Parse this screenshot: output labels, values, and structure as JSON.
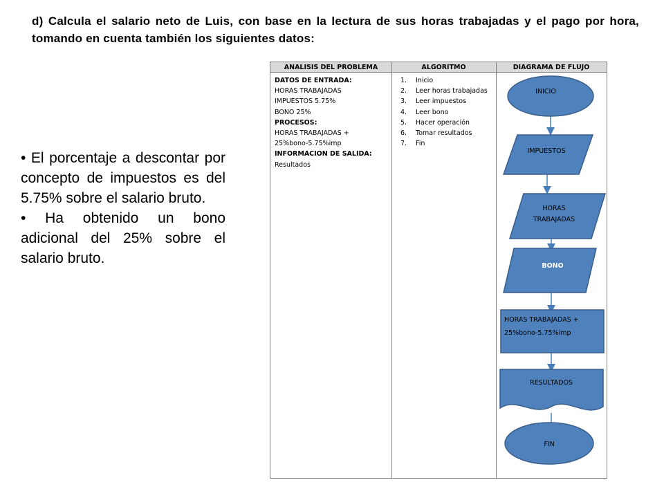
{
  "heading": {
    "line1": "d) Calcula el salario neto de Luis, con base en la lectura de sus horas trabajadas y el",
    "line2": "pago por hora, tomando en cuenta también los siguientes datos:"
  },
  "bullets": [
    "• El porcentaje a descontar por concepto de impuestos es del 5.75% sobre el salario bruto.",
    "• Ha obtenido un bono adicional del 25% sobre el salario bruto."
  ],
  "table": {
    "headers": [
      "ANALISIS DEL PROBLEMA",
      "ALGORITMO",
      "DIAGRAMA DE FLUJO"
    ],
    "analysis": [
      {
        "text": "DATOS DE ENTRADA:",
        "bold": true
      },
      {
        "text": "HORAS TRABAJADAS",
        "bold": false
      },
      {
        "text": "IMPUESTOS 5.75%",
        "bold": false
      },
      {
        "text": "BONO 25%",
        "bold": false
      },
      {
        "text": "PROCESOS:",
        "bold": true
      },
      {
        "text": "HORAS TRABAJADAS +",
        "bold": false
      },
      {
        "text": "25%bono-5.75%imp",
        "bold": false
      },
      {
        "text": "INFORMACION DE SALIDA:",
        "bold": true
      },
      {
        "text": "Resultados",
        "bold": false
      }
    ],
    "algorithm": [
      {
        "num": "1.",
        "text": "Inicio"
      },
      {
        "num": "2.",
        "text": "Leer horas trabajadas"
      },
      {
        "num": "3.",
        "text": "Leer impuestos"
      },
      {
        "num": "4.",
        "text": "Leer bono"
      },
      {
        "num": "5.",
        "text": "Hacer operación"
      },
      {
        "num": "6.",
        "text": "Tomar resultados"
      },
      {
        "num": "7.",
        "text": "Fin"
      }
    ],
    "flowchart": {
      "start": "INICIO",
      "impuestos": "IMPUESTOS",
      "horas_line1": "HORAS",
      "horas_line2": "TRABAJADAS",
      "bono": "BONO",
      "process_line1": "HORAS TRABAJADAS +",
      "process_line2": "25%bono-5.75%imp",
      "results": "RESULTADOS",
      "end": "FIN"
    }
  },
  "colors": {
    "shape_fill": "#4f81bd",
    "shape_stroke": "#385d8a",
    "arrow": "#4a7ebb",
    "header_fill": "#d9d9d9"
  }
}
